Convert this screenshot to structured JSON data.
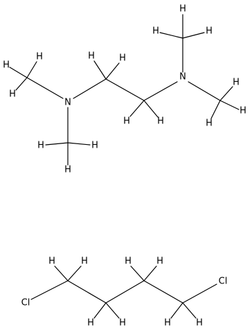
{
  "molecules": [
    {
      "atoms": [
        {
          "symbol": "N"
        },
        {
          "symbol": "N"
        },
        {
          "symbol": "H"
        },
        {
          "symbol": "H"
        },
        {
          "symbol": "H"
        },
        {
          "symbol": "H"
        },
        {
          "symbol": "H"
        },
        {
          "symbol": "H"
        },
        {
          "symbol": "H"
        },
        {
          "symbol": "H"
        },
        {
          "symbol": "H"
        },
        {
          "symbol": "H"
        },
        {
          "symbol": "H"
        },
        {
          "symbol": "H"
        },
        {
          "symbol": "H"
        },
        {
          "symbol": "H"
        },
        {
          "symbol": "H"
        },
        {
          "symbol": "H"
        }
      ]
    },
    {
      "atoms": [
        {
          "symbol": "Cl"
        },
        {
          "symbol": "Cl"
        },
        {
          "symbol": "H"
        },
        {
          "symbol": "H"
        },
        {
          "symbol": "H"
        },
        {
          "symbol": "H"
        },
        {
          "symbol": "H"
        },
        {
          "symbol": "H"
        },
        {
          "symbol": "H"
        },
        {
          "symbol": "H"
        }
      ]
    }
  ]
}
